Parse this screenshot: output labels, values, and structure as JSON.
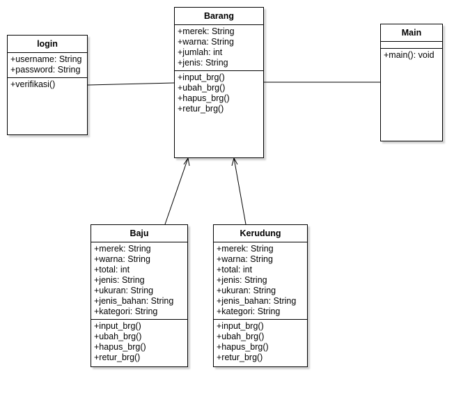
{
  "diagram": {
    "classes": [
      {
        "id": "login",
        "name": "login",
        "attributes": [
          "+username: String",
          "+password: String"
        ],
        "methods": [
          "+verifikasi()"
        ]
      },
      {
        "id": "barang",
        "name": "Barang",
        "attributes": [
          "+merek: String",
          "+warna: String",
          "+jumlah: int",
          "+jenis: String"
        ],
        "methods": [
          "+input_brg()",
          "+ubah_brg()",
          "+hapus_brg()",
          "+retur_brg()"
        ]
      },
      {
        "id": "main",
        "name": "Main",
        "attributes": [],
        "methods": [
          "+main(): void"
        ]
      },
      {
        "id": "baju",
        "name": "Baju",
        "attributes": [
          "+merek: String",
          "+warna: String",
          "+total: int",
          "+jenis: String",
          "+ukuran: String",
          "+jenis_bahan: String",
          "+kategori: String"
        ],
        "methods": [
          "+input_brg()",
          "+ubah_brg()",
          "+hapus_brg()",
          "+retur_brg()"
        ]
      },
      {
        "id": "kerudung",
        "name": "Kerudung",
        "attributes": [
          "+merek: String",
          "+warna: String",
          "+total: int",
          "+jenis: String",
          "+ukuran: String",
          "+jenis_bahan: String",
          "+kategori: String"
        ],
        "methods": [
          "+input_brg()",
          "+ubah_brg()",
          "+hapus_brg()",
          "+retur_brg()"
        ]
      }
    ],
    "relations": [
      {
        "from": "login",
        "to": "barang",
        "type": "association"
      },
      {
        "from": "barang",
        "to": "main",
        "type": "association"
      },
      {
        "from": "baju",
        "to": "barang",
        "type": "dependency-arrow"
      },
      {
        "from": "kerudung",
        "to": "barang",
        "type": "dependency-arrow"
      }
    ]
  }
}
